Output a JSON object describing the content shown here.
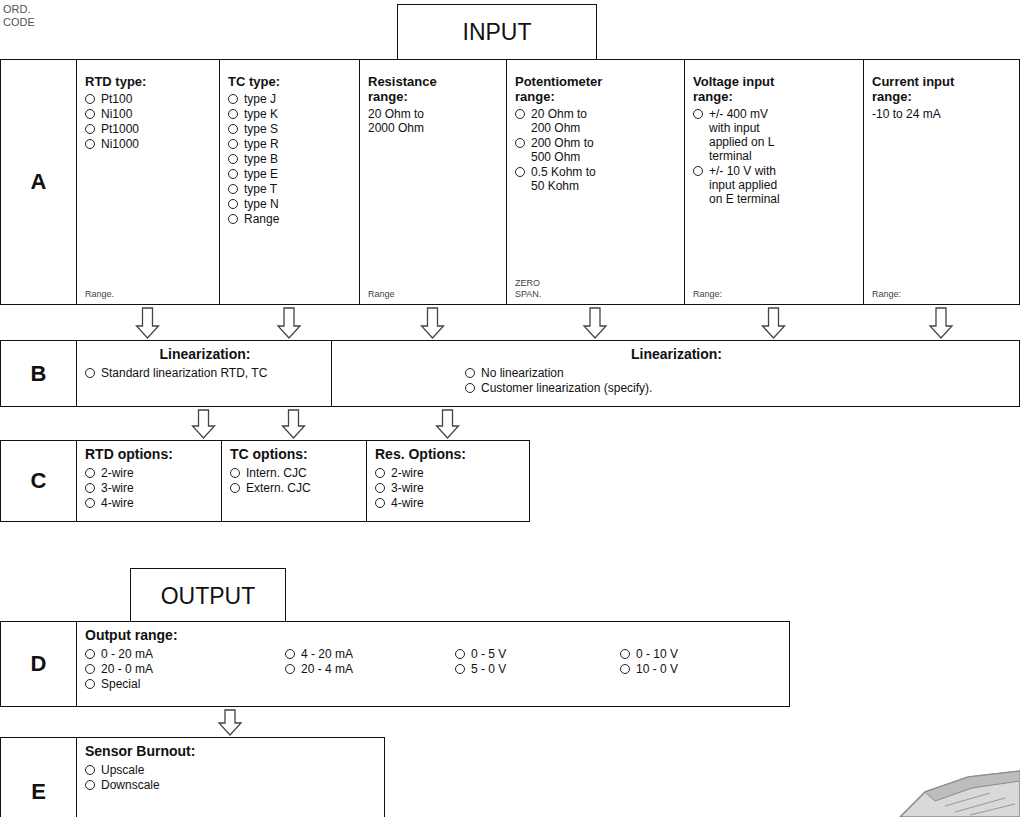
{
  "diagram": {
    "nodes": [
      {
        "text": [
          "INPUT"
        ]
      },
      {
        "text": [
          "A"
        ]
      },
      {
        "text": [
          "RTD type:",
          "Pt100",
          "Ni100",
          "Pt1000",
          "Ni1000",
          "Range."
        ],
        "in": 1
      },
      {
        "text": [
          "TC type:",
          "type J",
          "type K",
          "type S",
          "type R",
          "type B",
          "type E",
          "type T",
          "type N",
          "Range"
        ],
        "in": 1
      },
      {
        "text": [
          "Resistance range:",
          "20 Ohm to 2000 Ohm",
          "Range"
        ],
        "in": 1
      },
      {
        "text": [
          "Potentiometer range:",
          "20 Ohm to 200 Ohm",
          "200 Ohm to 500 Ohm",
          "0.5 Kohm to 50 Kohm",
          "ZERO",
          "SPAN."
        ],
        "in": 1
      },
      {
        "text": [
          "Voltage input range:",
          "+/- 400 mV with input applied on L terminal",
          "+/- 10 V with input applied on E terminal",
          "Range:"
        ],
        "in": 1
      },
      {
        "text": [
          "Current input range:",
          "-10 to 24 mA",
          "Range:"
        ],
        "in": 1
      },
      {
        "text": [
          "B"
        ]
      },
      {
        "text": [
          "Linearization:",
          "Standard linearization RTD, TC"
        ],
        "in": 8
      },
      {
        "text": [
          "Linearization:",
          "No linearization",
          "Customer linearization (specify)."
        ],
        "in": 8
      },
      {
        "text": [
          "C"
        ]
      },
      {
        "text": [
          "RTD options:",
          "2-wire",
          "3-wire",
          "4-wire"
        ],
        "in": 11
      },
      {
        "text": [
          "TC options:",
          "Intern. CJC",
          "Extern. CJC"
        ],
        "in": 11
      },
      {
        "text": [
          "Res. Options:",
          "2-wire",
          "3-wire",
          "4-wire"
        ],
        "in": 11
      },
      {
        "text": [
          "OUTPUT"
        ]
      },
      {
        "text": [
          "D"
        ]
      },
      {
        "text": [
          "Output range:",
          "0 - 20 mA",
          "4 - 20 mA",
          "0 - 5 V",
          "0 - 10 V",
          "20 - 0 mA",
          "20 - 4 mA",
          "5 - 0 V",
          "10 - 0 V",
          "Special"
        ],
        "in": 16
      },
      {
        "text": [
          "E"
        ]
      },
      {
        "text": [
          "Sensor Burnout:",
          "Upscale",
          "Downscale"
        ],
        "in": 18
      }
    ],
    "edges": [
      {
        "from": 2,
        "to": 9,
        "arrow": "to"
      },
      {
        "from": 3,
        "to": 9,
        "arrow": "to"
      },
      {
        "from": 4,
        "to": 10,
        "arrow": "to"
      },
      {
        "from": 5,
        "to": 10,
        "arrow": "to"
      },
      {
        "from": 6,
        "to": 10,
        "arrow": "to"
      },
      {
        "from": 7,
        "to": 10,
        "arrow": "to"
      },
      {
        "from": 9,
        "to": 12,
        "arrow": "to"
      },
      {
        "from": 9,
        "to": 13,
        "arrow": "to"
      },
      {
        "from": 10,
        "to": 14,
        "arrow": "to"
      },
      {
        "from": 17,
        "to": 19,
        "arrow": "to"
      }
    ],
    "labels": [
      "ORD. CODE"
    ]
  }
}
